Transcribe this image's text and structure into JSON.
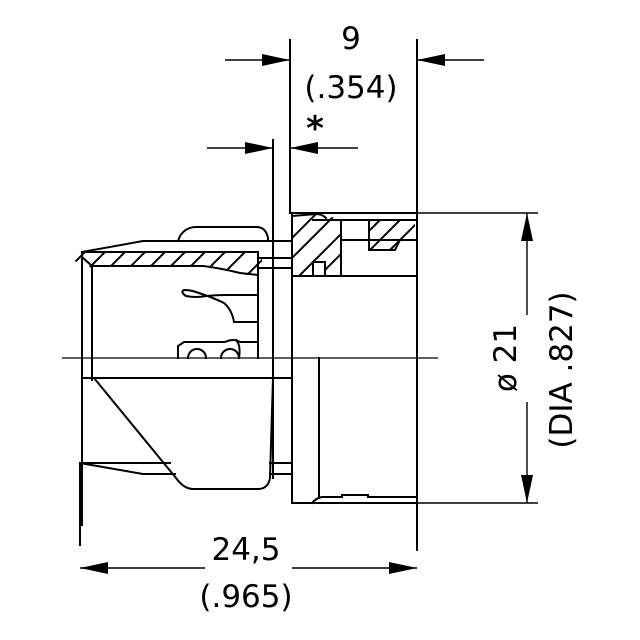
{
  "drawing": {
    "type": "technical-section-drawing",
    "colors": {
      "line": "#000000",
      "background": "#ffffff"
    },
    "dimensions": {
      "flange_width": {
        "metric": "9",
        "imperial": "(.354)"
      },
      "gap_marker": {
        "symbol": "*"
      },
      "diameter": {
        "metric": "ø 21",
        "imperial": "(DIA .827)"
      },
      "overall_length": {
        "metric": "24,5",
        "imperial": "(.965)"
      }
    }
  }
}
